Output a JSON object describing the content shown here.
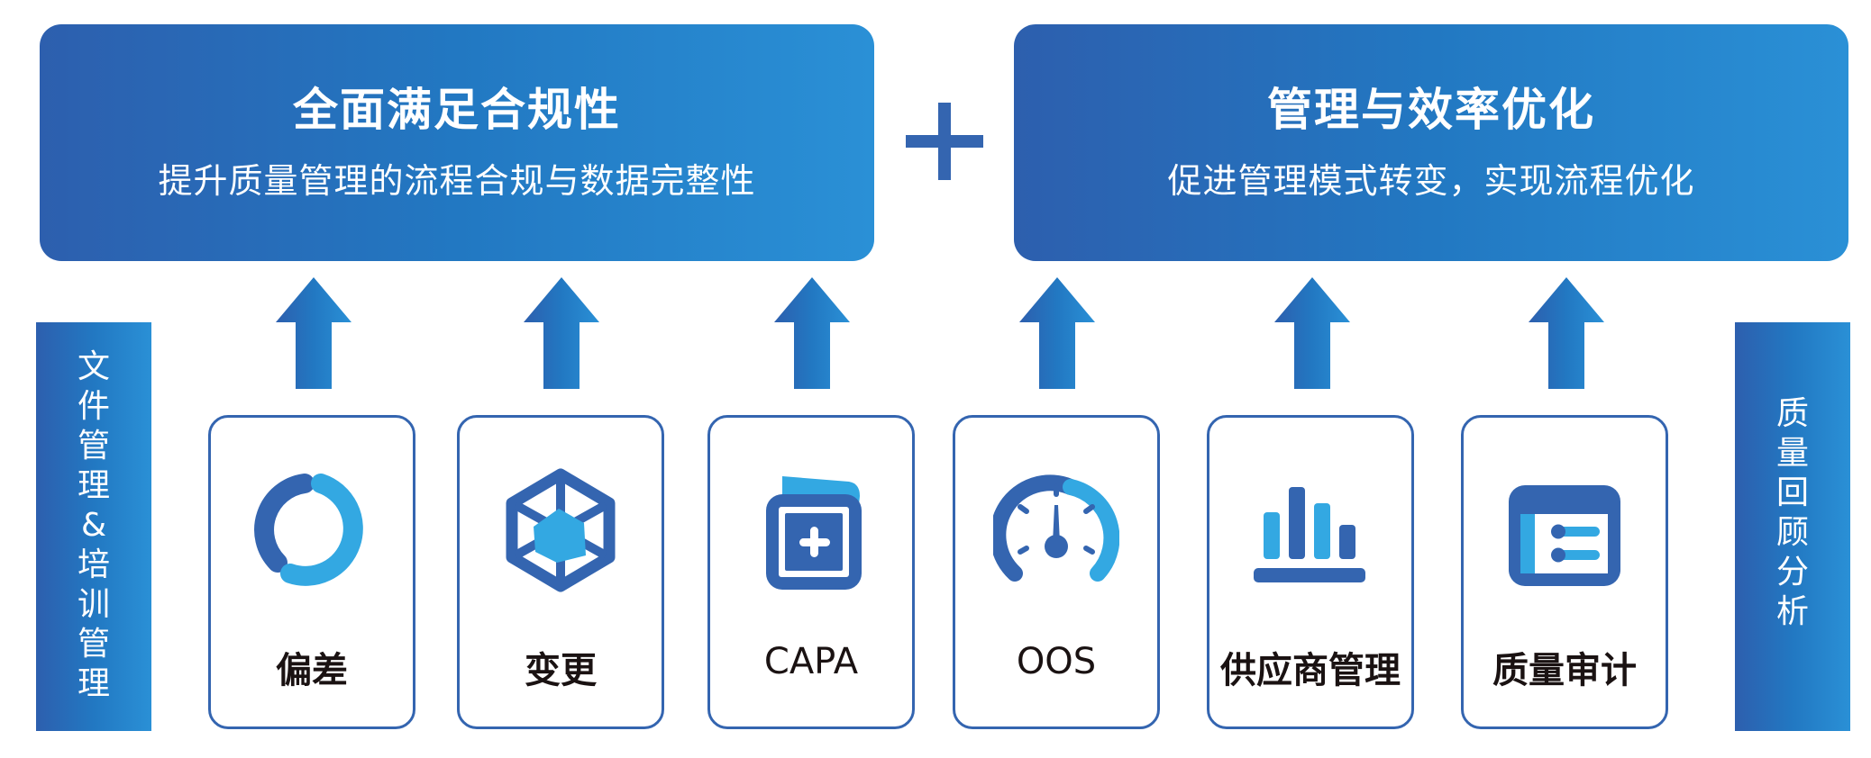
{
  "top_boxes": [
    {
      "title": "全面满足合规性",
      "subtitle": "提升质量管理的流程合规与数据完整性"
    },
    {
      "title": "管理与效率优化",
      "subtitle": "促进管理模式转变，实现流程优化"
    }
  ],
  "connector": {
    "icon": "plus-icon"
  },
  "side_bars": {
    "left": {
      "label": "文件管理&培训管理"
    },
    "right": {
      "label": "质量回顾分析"
    }
  },
  "modules": [
    {
      "label": "偏差",
      "icon": "ring-chart-icon"
    },
    {
      "label": "变更",
      "icon": "hexagon-cube-icon"
    },
    {
      "label": "CAPA",
      "icon": "add-card-icon"
    },
    {
      "label": "OOS",
      "icon": "gauge-icon"
    },
    {
      "label": "供应商管理",
      "icon": "bar-chart-icon"
    },
    {
      "label": "质量审计",
      "icon": "checklist-window-icon"
    }
  ],
  "colors": {
    "primary": "#3465b0",
    "accent": "#33a8e2",
    "gradient_start": "#2d5fae",
    "gradient_end": "#2a90d6",
    "label_text": "#1a1212"
  }
}
